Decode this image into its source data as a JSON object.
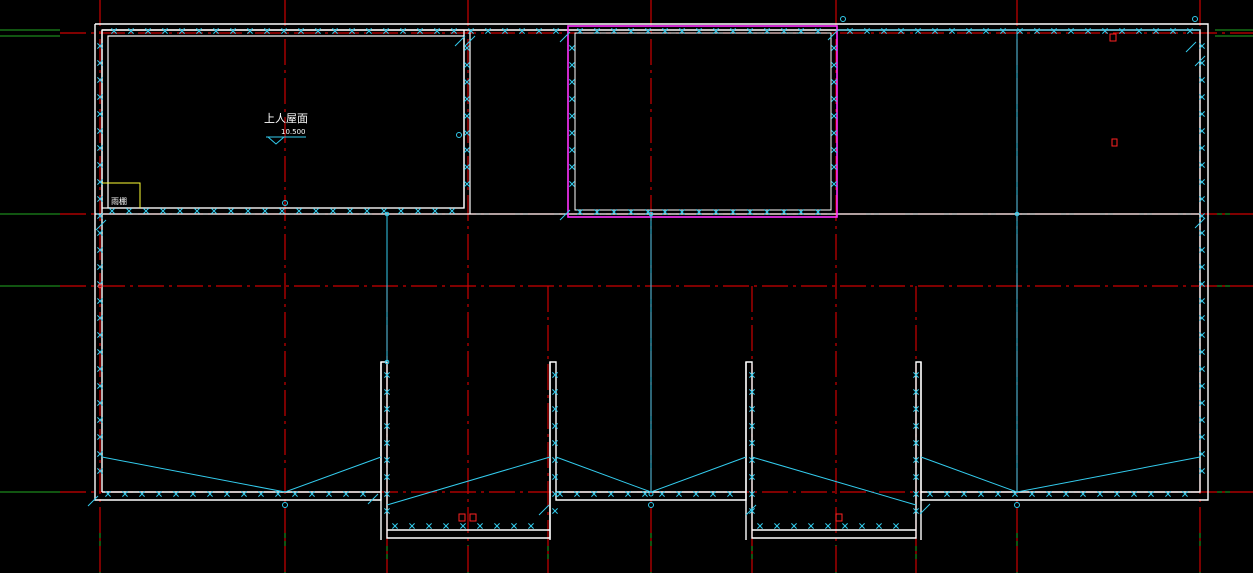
{
  "drawing": {
    "annotations": {
      "roof_label": "上人屋面",
      "roof_elevation": "10.500",
      "canopy_label": "雨棚"
    },
    "colors": {
      "background": "#000000",
      "wall": "#ffffff",
      "line_cyan": "#33ccee",
      "axis_red": "#cc0000",
      "axis_green": "#22aa22",
      "highlight_magenta": "#ff33ff",
      "marker_red": "#ff2222",
      "canopy_yellow": "#ffff33"
    }
  }
}
